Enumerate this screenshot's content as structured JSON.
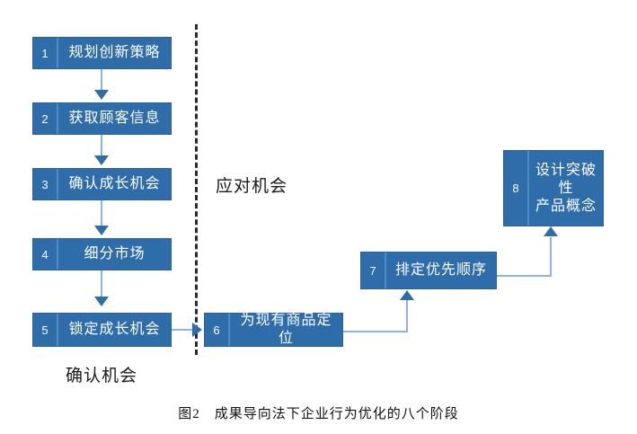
{
  "figure": {
    "caption": "图2　成果导向法下企业行为优化的八个阶段",
    "accent_color": "#2E6DA9",
    "connector_color": "#8fb3dc",
    "divider_color": "#2b2b2b",
    "text_color": "#ffffff"
  },
  "zones": {
    "left_label": "确认机会",
    "right_label": "应对机会"
  },
  "nodes": [
    {
      "num": "1",
      "label": "规划创新策略"
    },
    {
      "num": "2",
      "label": "获取顾客信息"
    },
    {
      "num": "3",
      "label": "确认成长机会"
    },
    {
      "num": "4",
      "label": "细分市场"
    },
    {
      "num": "5",
      "label": "锁定成长机会"
    },
    {
      "num": "6",
      "label": "为现有商品定位"
    },
    {
      "num": "7",
      "label": "排定优先顺序"
    },
    {
      "num": "8",
      "label": "设计突破性\n产品概念"
    }
  ]
}
